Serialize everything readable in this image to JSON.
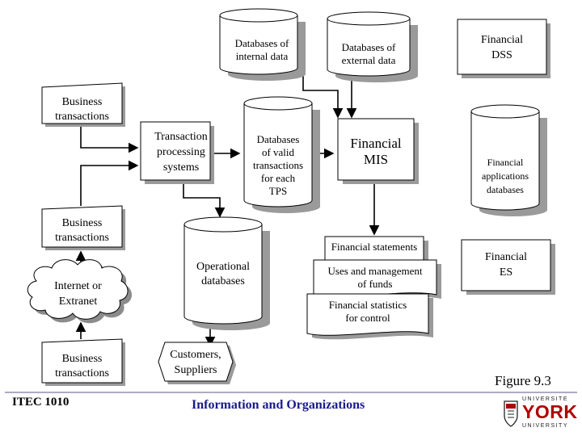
{
  "diagram": {
    "db_internal": "Databases of\ninternal data",
    "db_external": "Databases of\nexternal data",
    "financial_dss": "Financial\nDSS",
    "business_transactions_1": "Business\ntransactions",
    "business_transactions_2": "Business\ntransactions",
    "business_transactions_3": "Business\ntransactions",
    "tps": "Transaction\nprocessing\nsystems",
    "db_valid_transactions": "Databases\nof valid\ntransactions\nfor each\nTPS",
    "financial_mis": "Financial\nMIS",
    "financial_app_db": "Financial\napplications\ndatabases",
    "internet_extranet": "Internet or\nExtranet",
    "operational_db": "Operational\ndatabases",
    "report_statements": "Financial statements",
    "report_uses": "Uses and management\nof funds",
    "report_statistics": "Financial statistics\nfor control",
    "financial_es": "Financial\nES",
    "customers_suppliers": "Customers,\nSuppliers"
  },
  "footer": {
    "course": "ITEC 1010",
    "title": "Information and Organizations",
    "figure": "Figure 9.3",
    "logo_top": "UNIVERSITE",
    "logo_main": "YORK",
    "logo_bottom": "UNIVERSITY"
  },
  "colors": {
    "shape_fill": "#ffffff",
    "shadow": "#9a9a9a",
    "cloud_shadow": "#8c8c8c",
    "line": "#000000",
    "footer_title": "#1a1a8c"
  }
}
